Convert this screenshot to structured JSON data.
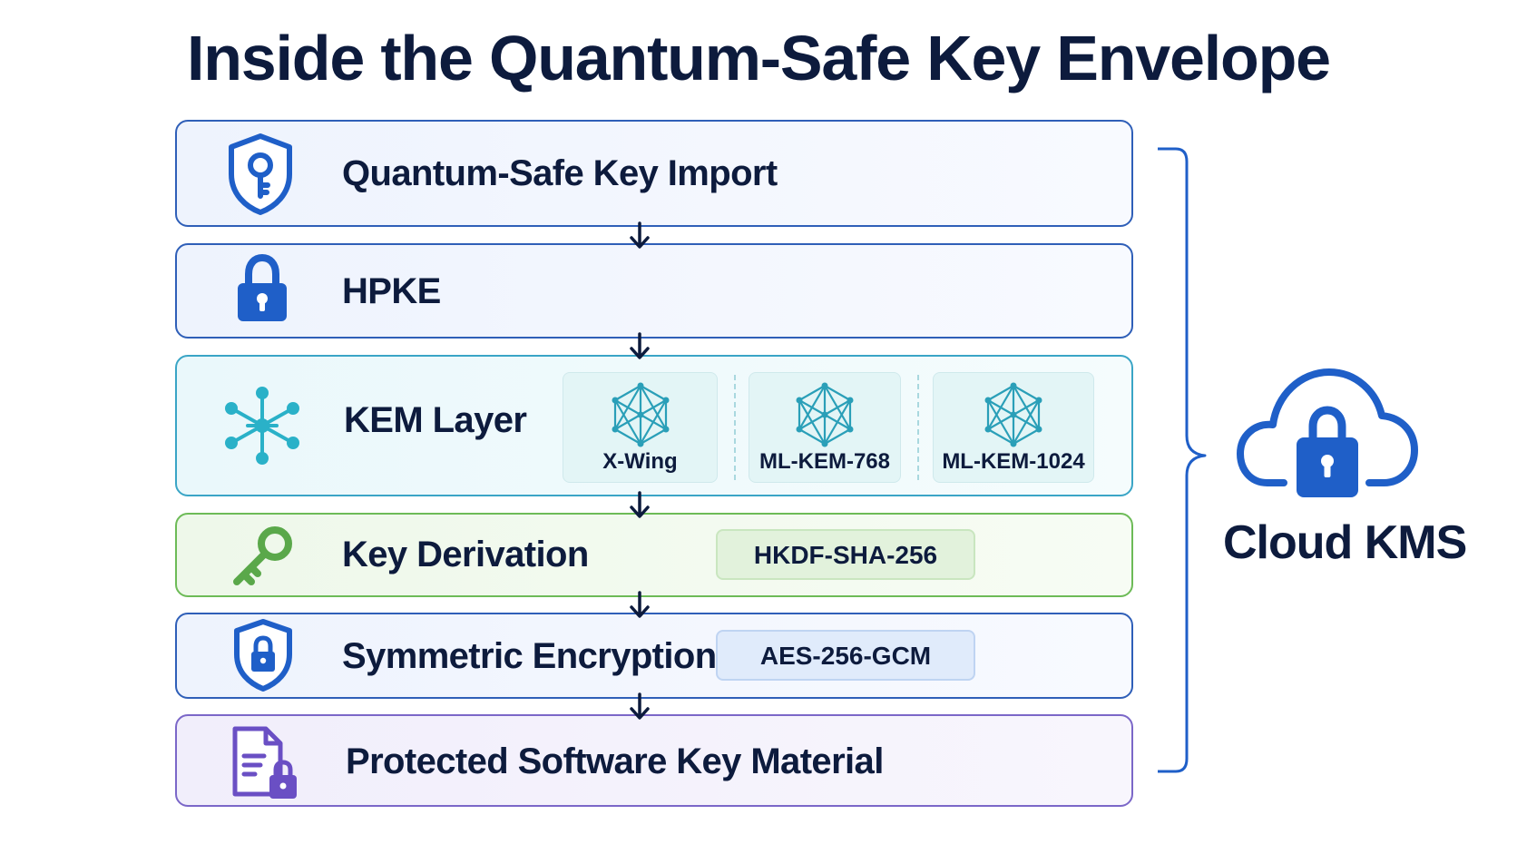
{
  "title": "Inside the Quantum-Safe Key Envelope",
  "layers": [
    {
      "id": "import",
      "label": "Quantum-Safe Key Import",
      "icon": "shield-key-icon",
      "color": "#2f5fb8"
    },
    {
      "id": "hpke",
      "label": "HPKE",
      "icon": "padlock-icon",
      "color": "#1f5fc8"
    },
    {
      "id": "kem",
      "label": "KEM Layer",
      "icon": "network-node-icon",
      "color": "#2ab1c8",
      "options": [
        "X-Wing",
        "ML-KEM-768",
        "ML-KEM-1024"
      ]
    },
    {
      "id": "kdf",
      "label": "Key Derivation",
      "icon": "key-icon",
      "color": "#5aa84a",
      "value": "HKDF-SHA-256"
    },
    {
      "id": "sym",
      "label": "Symmetric Encryption",
      "icon": "shield-lock-icon",
      "color": "#1f5fc8",
      "value": "AES-256-GCM"
    },
    {
      "id": "protected",
      "label": "Protected Software Key Material",
      "icon": "document-lock-icon",
      "color": "#6a4fc4"
    }
  ],
  "group": {
    "label": "Cloud KMS",
    "icon": "cloud-lock-icon",
    "color": "#1f5fc8"
  }
}
